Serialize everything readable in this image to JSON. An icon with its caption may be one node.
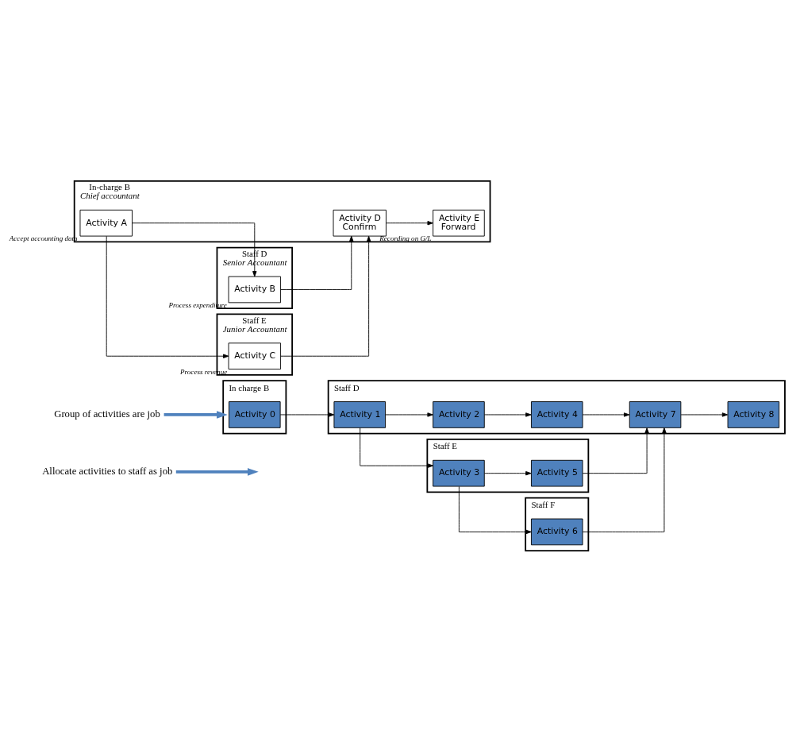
{
  "diagram": {
    "nodes": [
      {
        "text": [
          "Allocate activities to staff as job"
        ]
      },
      {
        "text": [
          "Group of activities are job"
        ]
      },
      {
        "text": [
          "In charge B"
        ]
      },
      {
        "text": [
          "Activity 0"
        ],
        "in": 2
      },
      {
        "text": [
          "Staff D"
        ]
      },
      {
        "text": [
          "Activity 1"
        ],
        "in": 4
      },
      {
        "text": [
          "Activity 2"
        ],
        "in": 4
      },
      {
        "text": [
          "Activity 4"
        ],
        "in": 4
      },
      {
        "text": [
          "Activity 7"
        ],
        "in": 4
      },
      {
        "text": [
          "Activity 8"
        ],
        "in": 4
      },
      {
        "text": [
          "Staff E"
        ]
      },
      {
        "text": [
          "Activity 3"
        ],
        "in": 10
      },
      {
        "text": [
          "Activity 5"
        ],
        "in": 10
      },
      {
        "text": [
          "Staff F"
        ]
      },
      {
        "text": [
          "Activity 6"
        ],
        "in": 13
      },
      {
        "text": [
          "In-charge B",
          "Chief accountant"
        ]
      },
      {
        "text": [
          "Activity A"
        ],
        "in": 15,
        "beside": [
          "Accept accounting data"
        ]
      },
      {
        "text": [
          "Activity D",
          "Confirm"
        ],
        "in": 15
      },
      {
        "text": [
          "Activity E",
          "Forward"
        ],
        "in": 15,
        "beside": [
          "Recording on G/L"
        ]
      },
      {
        "text": [
          "Staff D",
          "Senior Accountant"
        ]
      },
      {
        "text": [
          "Activity B"
        ],
        "in": 19,
        "beside": [
          "Process expenditure"
        ]
      },
      {
        "text": [
          "Staff E",
          "Junior Accountant"
        ]
      },
      {
        "text": [
          "Activity C"
        ],
        "in": 21,
        "beside": [
          "Process revenue"
        ]
      }
    ],
    "edges": [
      {
        "from": 0,
        "to": null,
        "arrow": "to",
        "style": "thick",
        "color": "#4f81bd"
      },
      {
        "from": 1,
        "to": 2,
        "arrow": "to",
        "style": "thick",
        "color": "#4f81bd"
      },
      {
        "from": 3,
        "to": 5,
        "arrow": "to"
      },
      {
        "from": 5,
        "to": 6,
        "arrow": "to"
      },
      {
        "from": 5,
        "to": 11,
        "arrow": "to"
      },
      {
        "from": 6,
        "to": 7,
        "arrow": "to"
      },
      {
        "from": 11,
        "to": 12,
        "arrow": "to"
      },
      {
        "from": 11,
        "to": 14,
        "arrow": "to"
      },
      {
        "from": 7,
        "to": 8,
        "arrow": "to"
      },
      {
        "from": 12,
        "to": 8,
        "arrow": "to"
      },
      {
        "from": 14,
        "to": 8,
        "arrow": "to"
      },
      {
        "from": 8,
        "to": 9,
        "arrow": "to"
      },
      {
        "from": 16,
        "to": 20,
        "arrow": "to"
      },
      {
        "from": 16,
        "to": 22,
        "arrow": "to"
      },
      {
        "from": 20,
        "to": 17,
        "arrow": "to"
      },
      {
        "from": 22,
        "to": 17,
        "arrow": "to"
      },
      {
        "from": 17,
        "to": 18,
        "arrow": "to"
      }
    ]
  }
}
